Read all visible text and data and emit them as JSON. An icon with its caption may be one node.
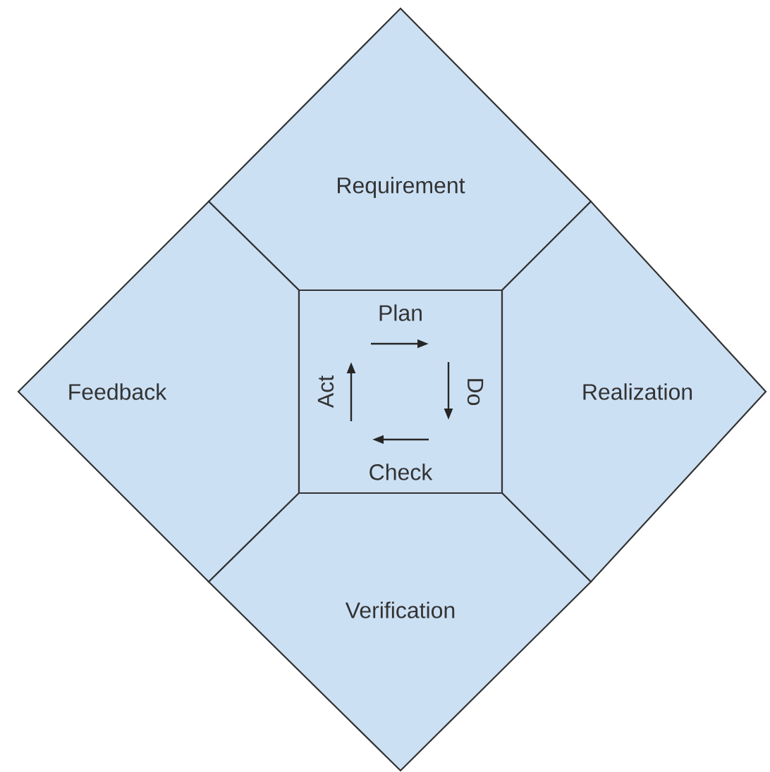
{
  "diagram": {
    "nodes": [
      {
        "text": [
          "Requirement"
        ]
      },
      {
        "text": [
          "Feedback"
        ]
      },
      {
        "text": [
          "Plan",
          "Do",
          "Check",
          "Act"
        ]
      },
      {
        "text": [
          "Realization"
        ]
      },
      {
        "text": [
          "Verification"
        ]
      }
    ]
  }
}
